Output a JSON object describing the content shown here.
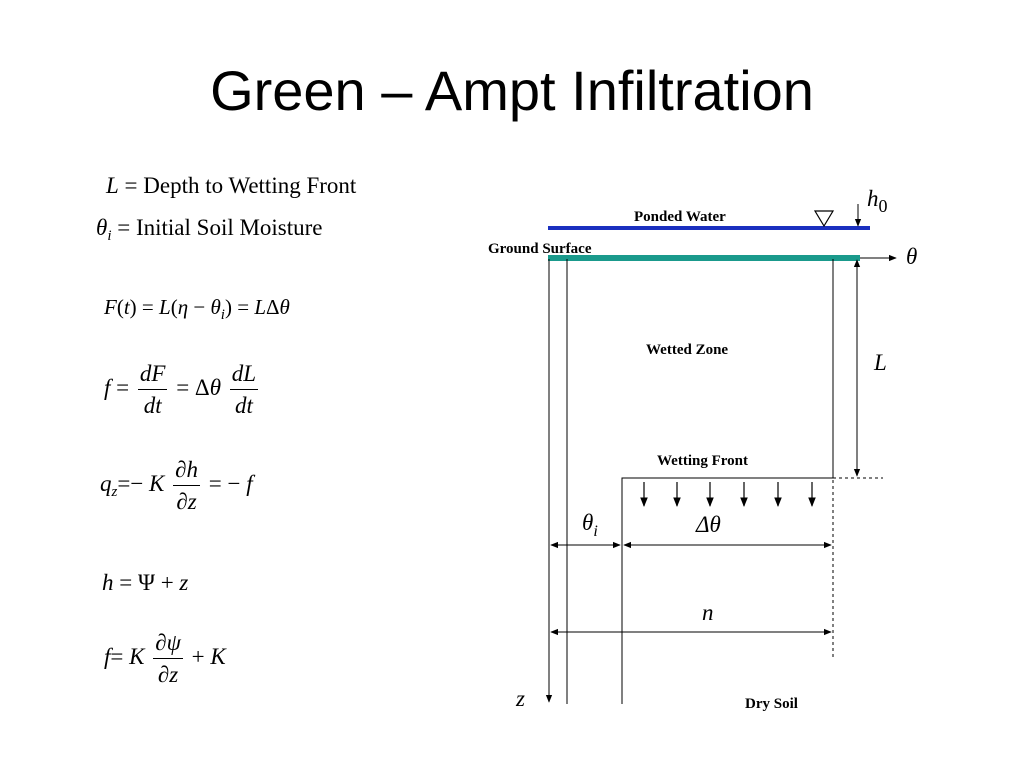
{
  "title": "Green – Ampt Infiltration",
  "definitions": {
    "L_symbol": "L",
    "L_text": "Depth to Wetting Front",
    "theta_symbol": "θ",
    "theta_sub": "i",
    "theta_text": "Initial Soil Moisture"
  },
  "equations": {
    "cumulative": "F(t) = L(η − θᵢ) = LΔθ",
    "rate": "f = dF/dt = Δθ dL/dt",
    "darcy": "q_z = − K ∂h/∂z = − f",
    "head": "h = Ψ + z",
    "final": "f = K ∂ψ/∂z + K"
  },
  "diagram": {
    "ponded_water": "Ponded Water",
    "ground_surface": "Ground Surface",
    "wetted_zone": "Wetted Zone",
    "wetting_front": "Wetting Front",
    "dry_soil": "Dry Soil",
    "h0": "h",
    "h0_sub": "0",
    "theta_axis": "θ",
    "L_label": "L",
    "theta_i": "θ",
    "theta_i_sub": "i",
    "delta_theta": "Δθ",
    "n_label": "n",
    "z_axis": "z",
    "colors": {
      "ponded": "#1a2fbf",
      "ground": "#1a9a8c"
    }
  }
}
